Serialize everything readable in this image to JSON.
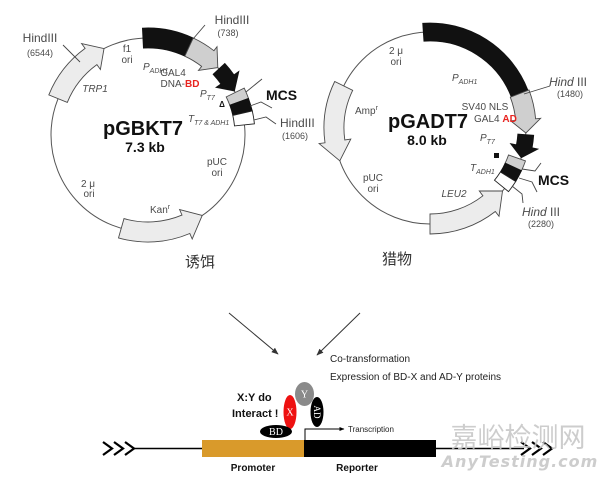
{
  "bait": {
    "caption": "诱饵",
    "name": "pGBKT7",
    "size": "7.3 kb",
    "hindiii_6544": {
      "site": "HindIII",
      "pos": "(6544)"
    },
    "hindiii_738": {
      "site": "HindIII",
      "pos": "(738)"
    },
    "hindiii_1606": {
      "site": "HindIII",
      "pos": "(1606)"
    },
    "f1_ori": {
      "l1": "f1",
      "l2": "ori"
    },
    "p_adh1": {
      "main": "P",
      "sub": "ADH1"
    },
    "gal4": "GAL4",
    "dna_bd": {
      "prefix": "DNA-",
      "domain": "BD"
    },
    "p_t7": {
      "main": "P",
      "sub": "T7"
    },
    "delta": "Δ",
    "mcs": "MCS",
    "terminator": {
      "main": "T",
      "sub": "T7 & ADH1"
    },
    "trp1": "TRP1",
    "puc_ori": {
      "l1": "pUC",
      "l2": "ori"
    },
    "two_mu_ori": {
      "l1": "2 μ",
      "l2": "ori"
    },
    "kan": {
      "main": "Kan",
      "sup": "r"
    }
  },
  "prey": {
    "caption": "猎物",
    "name": "pGADT7",
    "size": "8.0 kb",
    "two_mu_ori": {
      "l1": "2 μ",
      "l2": "ori"
    },
    "p_adh1": {
      "main": "P",
      "sub": "ADH1"
    },
    "hind_1480": {
      "italic": "Hind",
      "rest": " III",
      "pos": "(1480)"
    },
    "sv40_nls": "SV40 NLS",
    "gal4_ad": {
      "prefix": "GAL4 ",
      "domain": "AD"
    },
    "p_t7": {
      "main": "P",
      "sub": "T7"
    },
    "terminator": {
      "main": "T",
      "sub": "ADH1"
    },
    "mcs": "MCS",
    "hind_2280": {
      "italic": "Hind",
      "rest": " III",
      "pos": "(2280)"
    },
    "amp": {
      "main": "Amp",
      "sup": "r"
    },
    "puc_ori": {
      "l1": "pUC",
      "l2": "ori"
    },
    "leu2": "LEU2"
  },
  "flow": {
    "step1": "Co-transformation",
    "step2": "Expression of BD-X and AD-Y proteins"
  },
  "assay": {
    "interaction_l1": "X:Y do",
    "interaction_l2": "Interact !",
    "proteins": {
      "bd": "BD",
      "x": "X",
      "y": "Y",
      "ad": "AD"
    },
    "transcription": "Transcription",
    "promoter": "Promoter",
    "reporter": "Reporter"
  },
  "watermark": {
    "cn": "嘉峪检测网",
    "en": "AnyTesting.com"
  },
  "colors": {
    "domain_red": "#e8231f",
    "x_protein": "#ee1111",
    "y_protein": "#8a8a8a",
    "promoter": "#d99a2b",
    "reporter": "#000000",
    "marker_gray": "#cfcfcf",
    "feature_light": "#ececec",
    "watermark": "#c8c8c8"
  }
}
